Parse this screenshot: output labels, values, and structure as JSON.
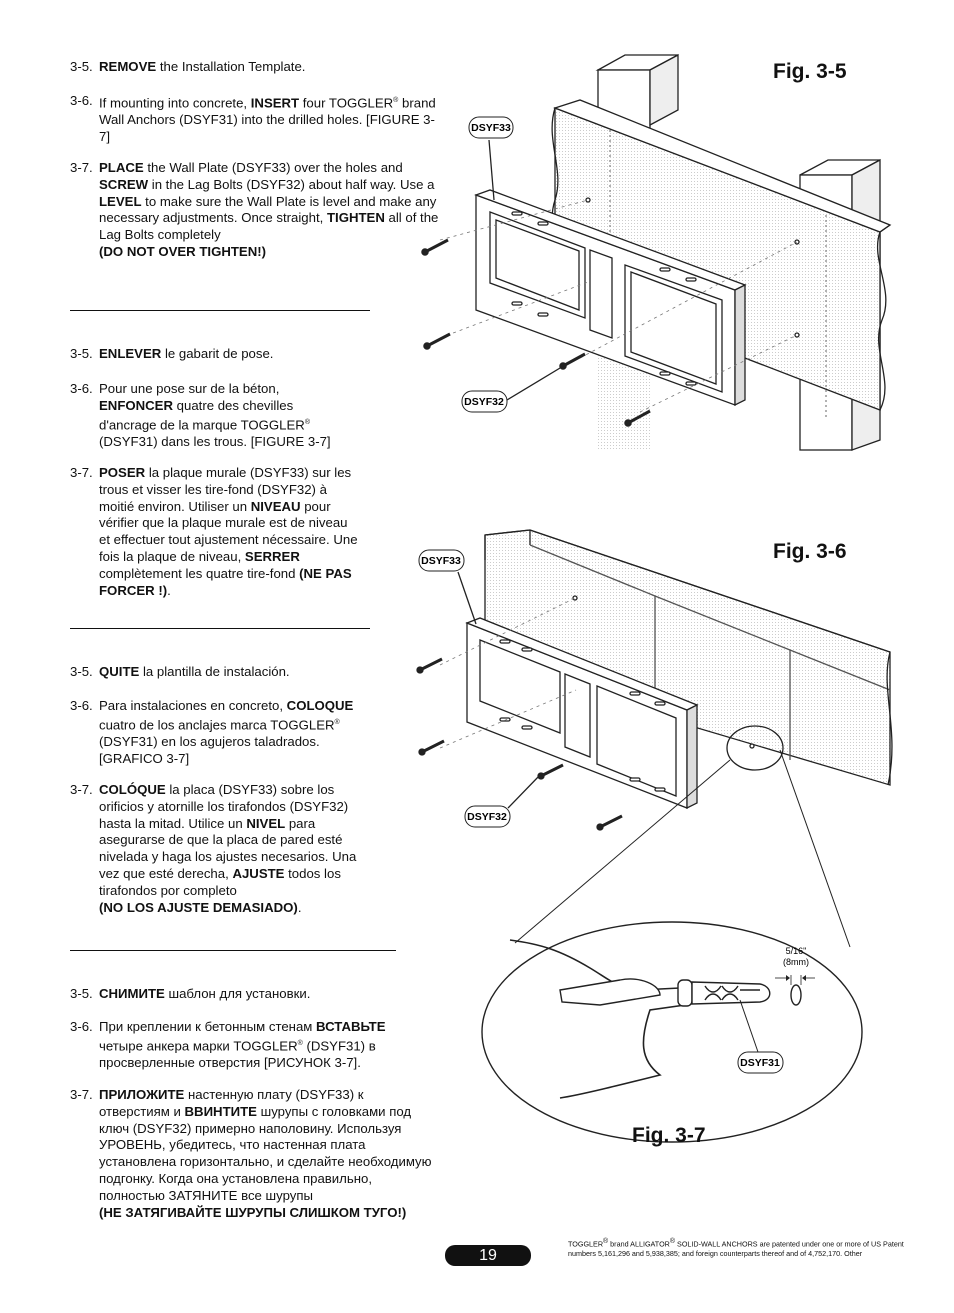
{
  "english": {
    "s5": {
      "num": "3-5.",
      "b1": "REMOVE",
      "t1": " the Installation Template."
    },
    "s6": {
      "num": "3-6.",
      "t1": "If mounting into concrete, ",
      "b1": "INSERT",
      "t2": " four TOGGLER",
      "reg": "®",
      "t3": " brand Wall Anchors (DSYF31) into the drilled holes. [FIGURE 3-7]"
    },
    "s7": {
      "num": "3-7.",
      "b1": "PLACE",
      "t1": " the Wall Plate (DSYF33) over the holes and ",
      "b2": "SCREW",
      "t2": " in the Lag Bolts (DSYF32) about half way. Use a ",
      "b3": "LEVEL",
      "t3": " to make sure the Wall Plate is level and make any necessary adjustments. Once straight, ",
      "b4": "TIGHTEN",
      "t4": " all of the Lag Bolts completely ",
      "b5": "(DO NOT OVER TIGHTEN!)"
    }
  },
  "french": {
    "s5": {
      "num": "3-5.",
      "b1": "ENLEVER",
      "t1": " le gabarit de pose."
    },
    "s6": {
      "num": "3-6.",
      "t1": "Pour une pose sur de la béton, ",
      "b1": "ENFONCER",
      "t2": " quatre des chevilles d'ancrage de la marque TOGGLER",
      "reg": "®",
      "t3": " (DSYF31) dans les trous. [FIGURE 3-7]"
    },
    "s7": {
      "num": "3-7.",
      "b1": "POSER",
      "t1": " la plaque murale (DSYF33) sur les trous et visser les tire-fond (DSYF32) à moitié environ. Utiliser un ",
      "b2": "NIVEAU",
      "t2": " pour vérifier que la plaque murale est de niveau et effectuer tout ajustement nécessaire. Une fois la plaque de niveau, ",
      "b3": "SERRER",
      "t3": " complètement les quatre tire-fond ",
      "b4": "(NE PAS FORCER !)",
      "t4": "."
    }
  },
  "spanish": {
    "s5": {
      "num": "3-5.",
      "b1": "QUITE",
      "t1": " la plantilla de instalación."
    },
    "s6": {
      "num": "3-6.",
      "t1": "Para instalaciones en concreto, ",
      "b1": "COLOQUE",
      "t2": " cuatro de los anclajes marca TOGGLER",
      "reg": "®",
      "t3": " (DSYF31) en los agujeros taladrados. [GRAFICO 3-7]"
    },
    "s7": {
      "num": "3-7.",
      "b1": "COLÓQUE",
      "t1": " la placa (DSYF33) sobre los orificios y atornille los tirafondos (DSYF32) hasta la mitad. Utilice un ",
      "b2": "NIVEL",
      "t2": " para asegurarse de que la placa de pared esté nivelada y haga los ajustes necesarios. Una vez que esté derecha, ",
      "b3": "AJUSTE",
      "t3": " todos los tirafondos por completo",
      "b4": "(NO LOS AJUSTE DEMASIADO)",
      "t4": "."
    }
  },
  "russian": {
    "s5": {
      "num": "3-5.",
      "b1": "СНИМИТЕ",
      "t1": " шаблон для установки."
    },
    "s6": {
      "num": "3-6.",
      "t1": "При креплении к бетонным стенам ",
      "b1": "ВСТАВЬТЕ",
      "t2": " четыре анкера марки TOGGLER",
      "reg": "®",
      "t3": " (DSYF31) в просверленные отверстия [РИСУНОК 3-7]."
    },
    "s7": {
      "num": "3-7.",
      "b1": "ПРИЛОЖИТЕ",
      "t1": " настенную плату (DSYF33) к отверстиям и ",
      "b2": "ВВИНТИТЕ",
      "t2": " шурупы с головками под ключ (DSYF32) примерно наполовину. Используя УРОВЕНЬ, убедитесь, что настенная плата установлена горизонтально, и сделайте необходимую подгонку. Когда она установлена правильно, полностью ЗАТЯНИТЕ все шурупы",
      "b3": "(НЕ ЗАТЯГИВАЙТЕ ШУРУПЫ СЛИШКОМ ТУГО!)"
    }
  },
  "figures": {
    "fig35": "Fig. 3-5",
    "fig36": "Fig. 3-6",
    "fig37": "Fig. 3-7",
    "part_plate": "DSYF33",
    "part_bolt": "DSYF32",
    "part_anchor": "DSYF31",
    "dim_in": "5/16\"",
    "dim_mm": "(8mm)"
  },
  "footer": {
    "page_number": "19",
    "patent_1": "TOGGLER",
    "patent_reg": "®",
    "patent_2": " brand ALLIGATOR",
    "patent_3": " SOLID-WALL ANCHORS are patented under one or more of US Patent",
    "patent_4": "numbers 5,161,296 and 5,938,385; and foreign counterparts thereof and of 4,752,170. Other"
  }
}
